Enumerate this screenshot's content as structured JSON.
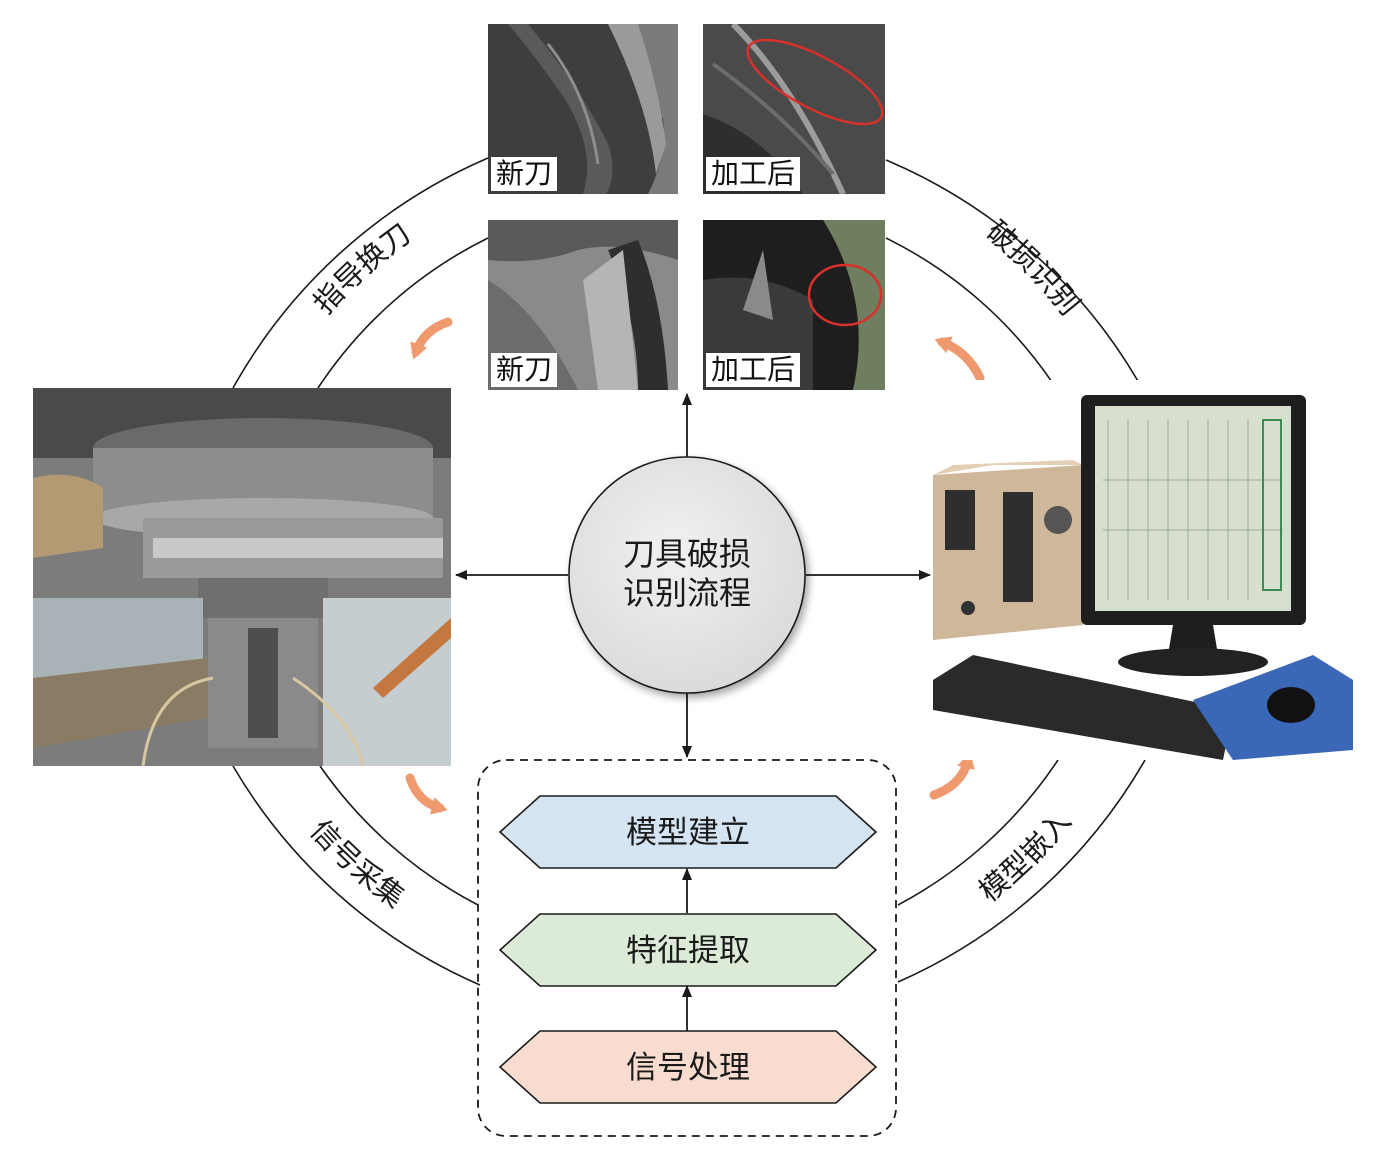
{
  "center": {
    "line1": "刀具破损",
    "line2": "识别流程"
  },
  "arc_labels": {
    "top_left": "指导换刀",
    "top_right": "破损识别",
    "bottom_left": "信号采集",
    "bottom_right": "模型嵌入"
  },
  "tool_photos": [
    {
      "label": "新刀"
    },
    {
      "label": "加工后"
    },
    {
      "label": "新刀"
    },
    {
      "label": "加工后"
    }
  ],
  "process_steps": [
    {
      "label": "模型建立",
      "color": "#d5e4f2"
    },
    {
      "label": "特征提取",
      "color": "#dcebd8"
    },
    {
      "label": "信号处理",
      "color": "#f8dccf"
    }
  ],
  "colors": {
    "arrow_orange": "#ee9a6e",
    "line": "#1a1a1a",
    "circle_fill": "#e6e6e6"
  }
}
